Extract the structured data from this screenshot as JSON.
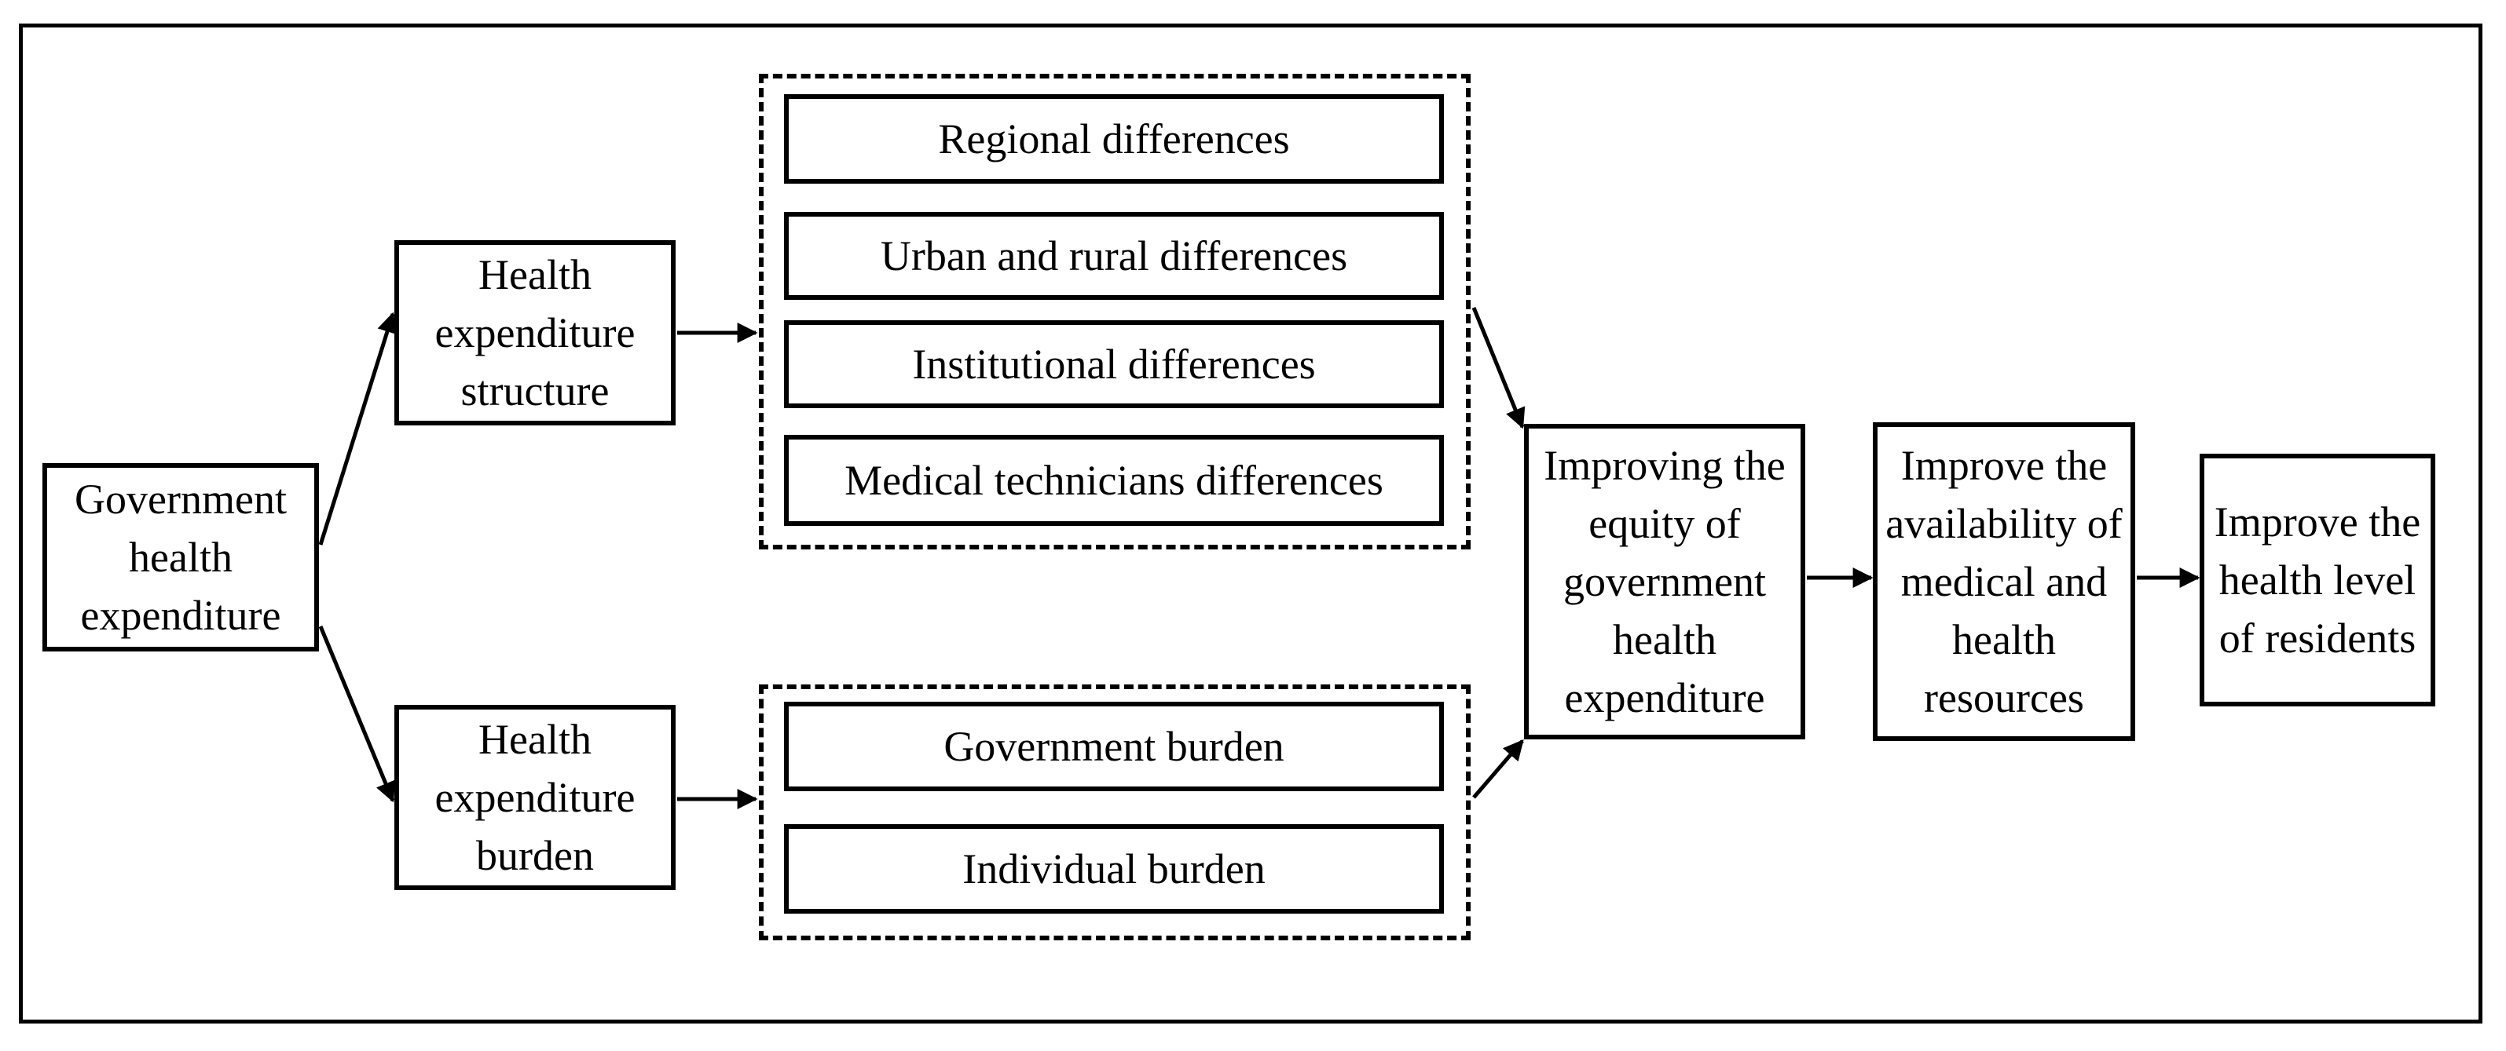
{
  "nodes": {
    "government_health_expenditure": "Government health expenditure",
    "health_expenditure_structure": "Health expenditure structure",
    "health_expenditure_burden": "Health expenditure burden",
    "regional_differences": "Regional differences",
    "urban_rural_differences": "Urban and rural differences",
    "institutional_differences": "Institutional differences",
    "medical_technicians_differences": "Medical technicians differences",
    "government_burden": "Government burden",
    "individual_burden": "Individual burden",
    "improving_equity": "Improving the equity of government health expenditure",
    "improve_availability": "Improve the availability of medical and health resources",
    "improve_health_level": "Improve the health level of residents"
  }
}
